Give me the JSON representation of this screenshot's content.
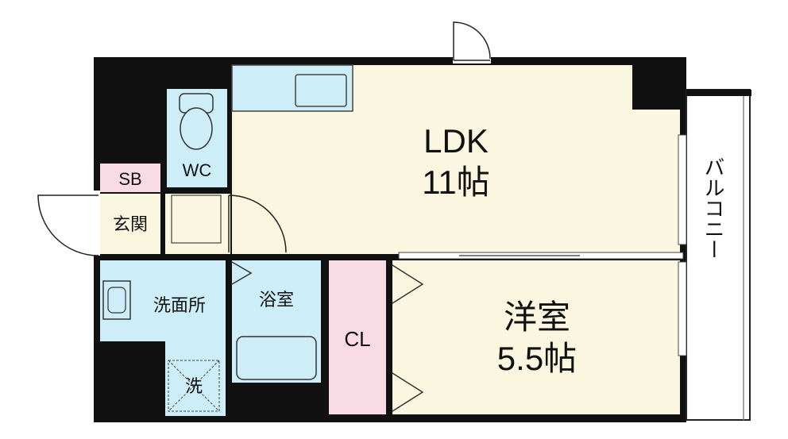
{
  "rooms": {
    "ldk": {
      "name": "LDK",
      "size": "11帖"
    },
    "western": {
      "name": "洋室",
      "size": "5.5帖"
    },
    "wc": {
      "name": "WC"
    },
    "sb": {
      "name": "SB"
    },
    "entrance": {
      "name": "玄関"
    },
    "washroom": {
      "name": "洗面所"
    },
    "bath": {
      "name": "浴室"
    },
    "closet": {
      "name": "CL"
    },
    "washer": {
      "name": "洗"
    },
    "balcony": {
      "name": "バルコニー"
    }
  },
  "colors": {
    "wall": "#111111",
    "ldk_floor": "#fbf6df",
    "wet_area": "#cdeef8",
    "closet": "#f9dbe6",
    "sb": "#f9dbe6",
    "entrance": "#fbf6df",
    "balcony": "#ffffff"
  }
}
